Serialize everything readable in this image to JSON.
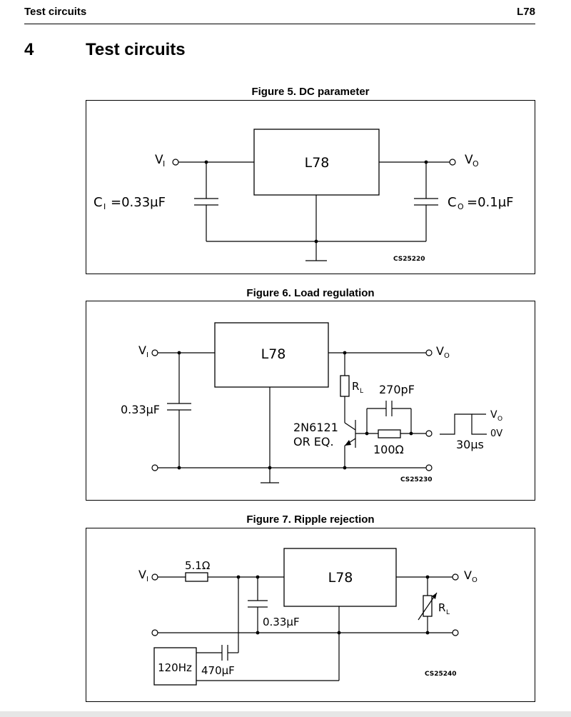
{
  "header": {
    "left": "Test circuits",
    "right": "L78"
  },
  "section": {
    "number": "4",
    "title": "Test circuits"
  },
  "figure5": {
    "caption": "Figure 5. DC parameter",
    "ic_label": "L78",
    "vi": "V",
    "vi_sub": "I",
    "vo": "V",
    "vo_sub": "O",
    "ci_label": "C",
    "ci_sub": "I",
    "ci_value": "=0.33µF",
    "co_label": "C",
    "co_sub": "O",
    "co_value": "=0.1µF",
    "code": "CS25220"
  },
  "figure6": {
    "caption": "Figure 6. Load regulation",
    "ic_label": "L78",
    "vi": "V",
    "vi_sub": "I",
    "vo": "V",
    "vo_sub": "O",
    "cap_in": "0.33µF",
    "rl": "R",
    "rl_sub": "L",
    "cap_270": "270pF",
    "transistor_line1": "2N6121",
    "transistor_line2": "OR EQ.",
    "res_100": "100Ω",
    "pulse_vo": "V",
    "pulse_vo_sub": "O",
    "pulse_0v": "0V",
    "pulse_width": "30µs",
    "code": "CS25230"
  },
  "figure7": {
    "caption": "Figure 7. Ripple rejection",
    "ic_label": "L78",
    "vi": "V",
    "vi_sub": "I",
    "vo": "V",
    "vo_sub": "O",
    "res_in": "5.1Ω",
    "cap_in": "0.33µF",
    "rl": "R",
    "rl_sub": "L",
    "source": "120Hz",
    "cap_470": "470µF",
    "code": "CS25240"
  }
}
